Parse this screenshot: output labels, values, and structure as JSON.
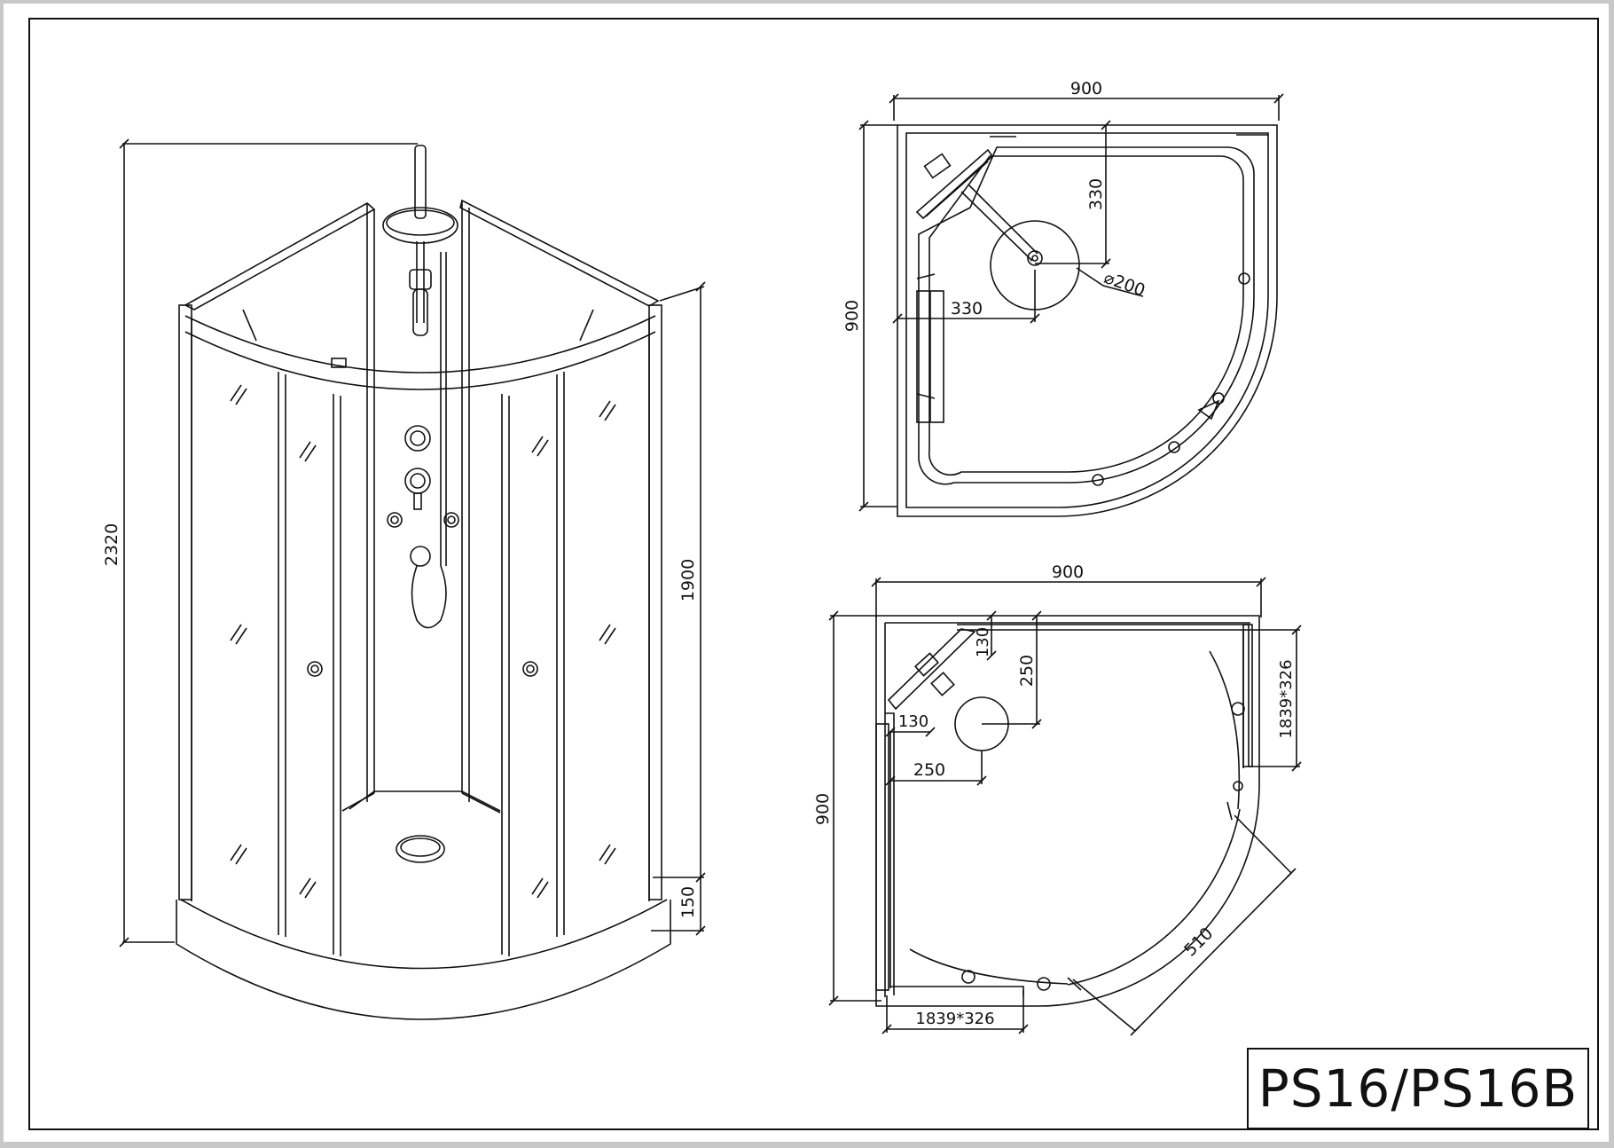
{
  "model": "PS16/PS16B",
  "elevation": {
    "total_height": "2320",
    "enclosure_height": "1900",
    "tray_height": "150"
  },
  "top_plan": {
    "width": "900",
    "depth": "900",
    "shower_head_offset_y": "330",
    "shower_head_offset_x": "330",
    "shower_head_diameter": "⌀200"
  },
  "bottom_plan": {
    "width": "900",
    "depth": "900",
    "corner_offset_y": "130",
    "corner_offset_x": "130",
    "drain_offset_y": "250",
    "drain_offset_x": "250",
    "side_panel": "1839*326",
    "front_panel": "1839*326",
    "radius": "510"
  }
}
